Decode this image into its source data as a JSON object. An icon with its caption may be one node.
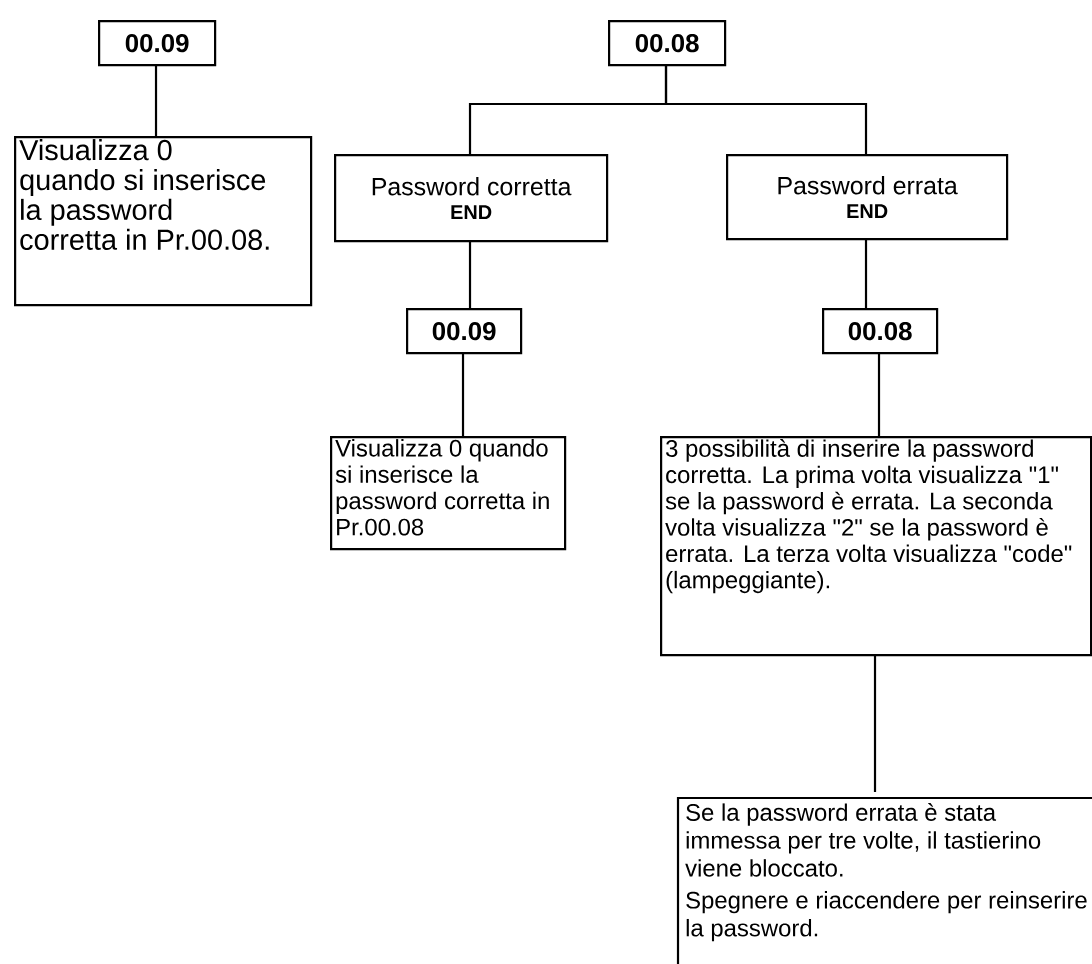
{
  "diagram": {
    "nodes": [
      {
        "text": [
          "00.09"
        ]
      },
      {
        "text": [
          "Visualizza 0 quando si inserisce la password corretta in Pr.00.08."
        ]
      },
      {
        "text": [
          "00.08"
        ]
      },
      {
        "text": [
          "Password corretta",
          "END"
        ]
      },
      {
        "text": [
          "Password errata",
          "END"
        ]
      },
      {
        "text": [
          "00.09"
        ]
      },
      {
        "text": [
          "Visualizza 0 quando si inserisce la password corretta in Pr.00.08"
        ]
      },
      {
        "text": [
          "00.08"
        ]
      },
      {
        "text": [
          "3 possibilità di inserire la password corretta. La prima volta visualizza \"1\" se la password è errata. La seconda volta visualizza \"2\" se la password è errata. La terza volta visualizza \"code\" (lampeggiante)."
        ]
      },
      {
        "text": [
          "Se la password errata è stata immessa per tre volte, il tastierino viene bloccato.",
          "Spegnere e riaccendere per reinserire la password."
        ]
      }
    ],
    "edges": [
      {
        "from": 0,
        "to": 1,
        "arrow": "none"
      },
      {
        "from": 2,
        "to": 3,
        "arrow": "none"
      },
      {
        "from": 2,
        "to": 4,
        "arrow": "none"
      },
      {
        "from": 3,
        "to": 5,
        "arrow": "none"
      },
      {
        "from": 4,
        "to": 7,
        "arrow": "none"
      },
      {
        "from": 5,
        "to": 6,
        "arrow": "none"
      },
      {
        "from": 7,
        "to": 8,
        "arrow": "none"
      },
      {
        "from": 8,
        "to": 9,
        "arrow": "none"
      }
    ]
  }
}
